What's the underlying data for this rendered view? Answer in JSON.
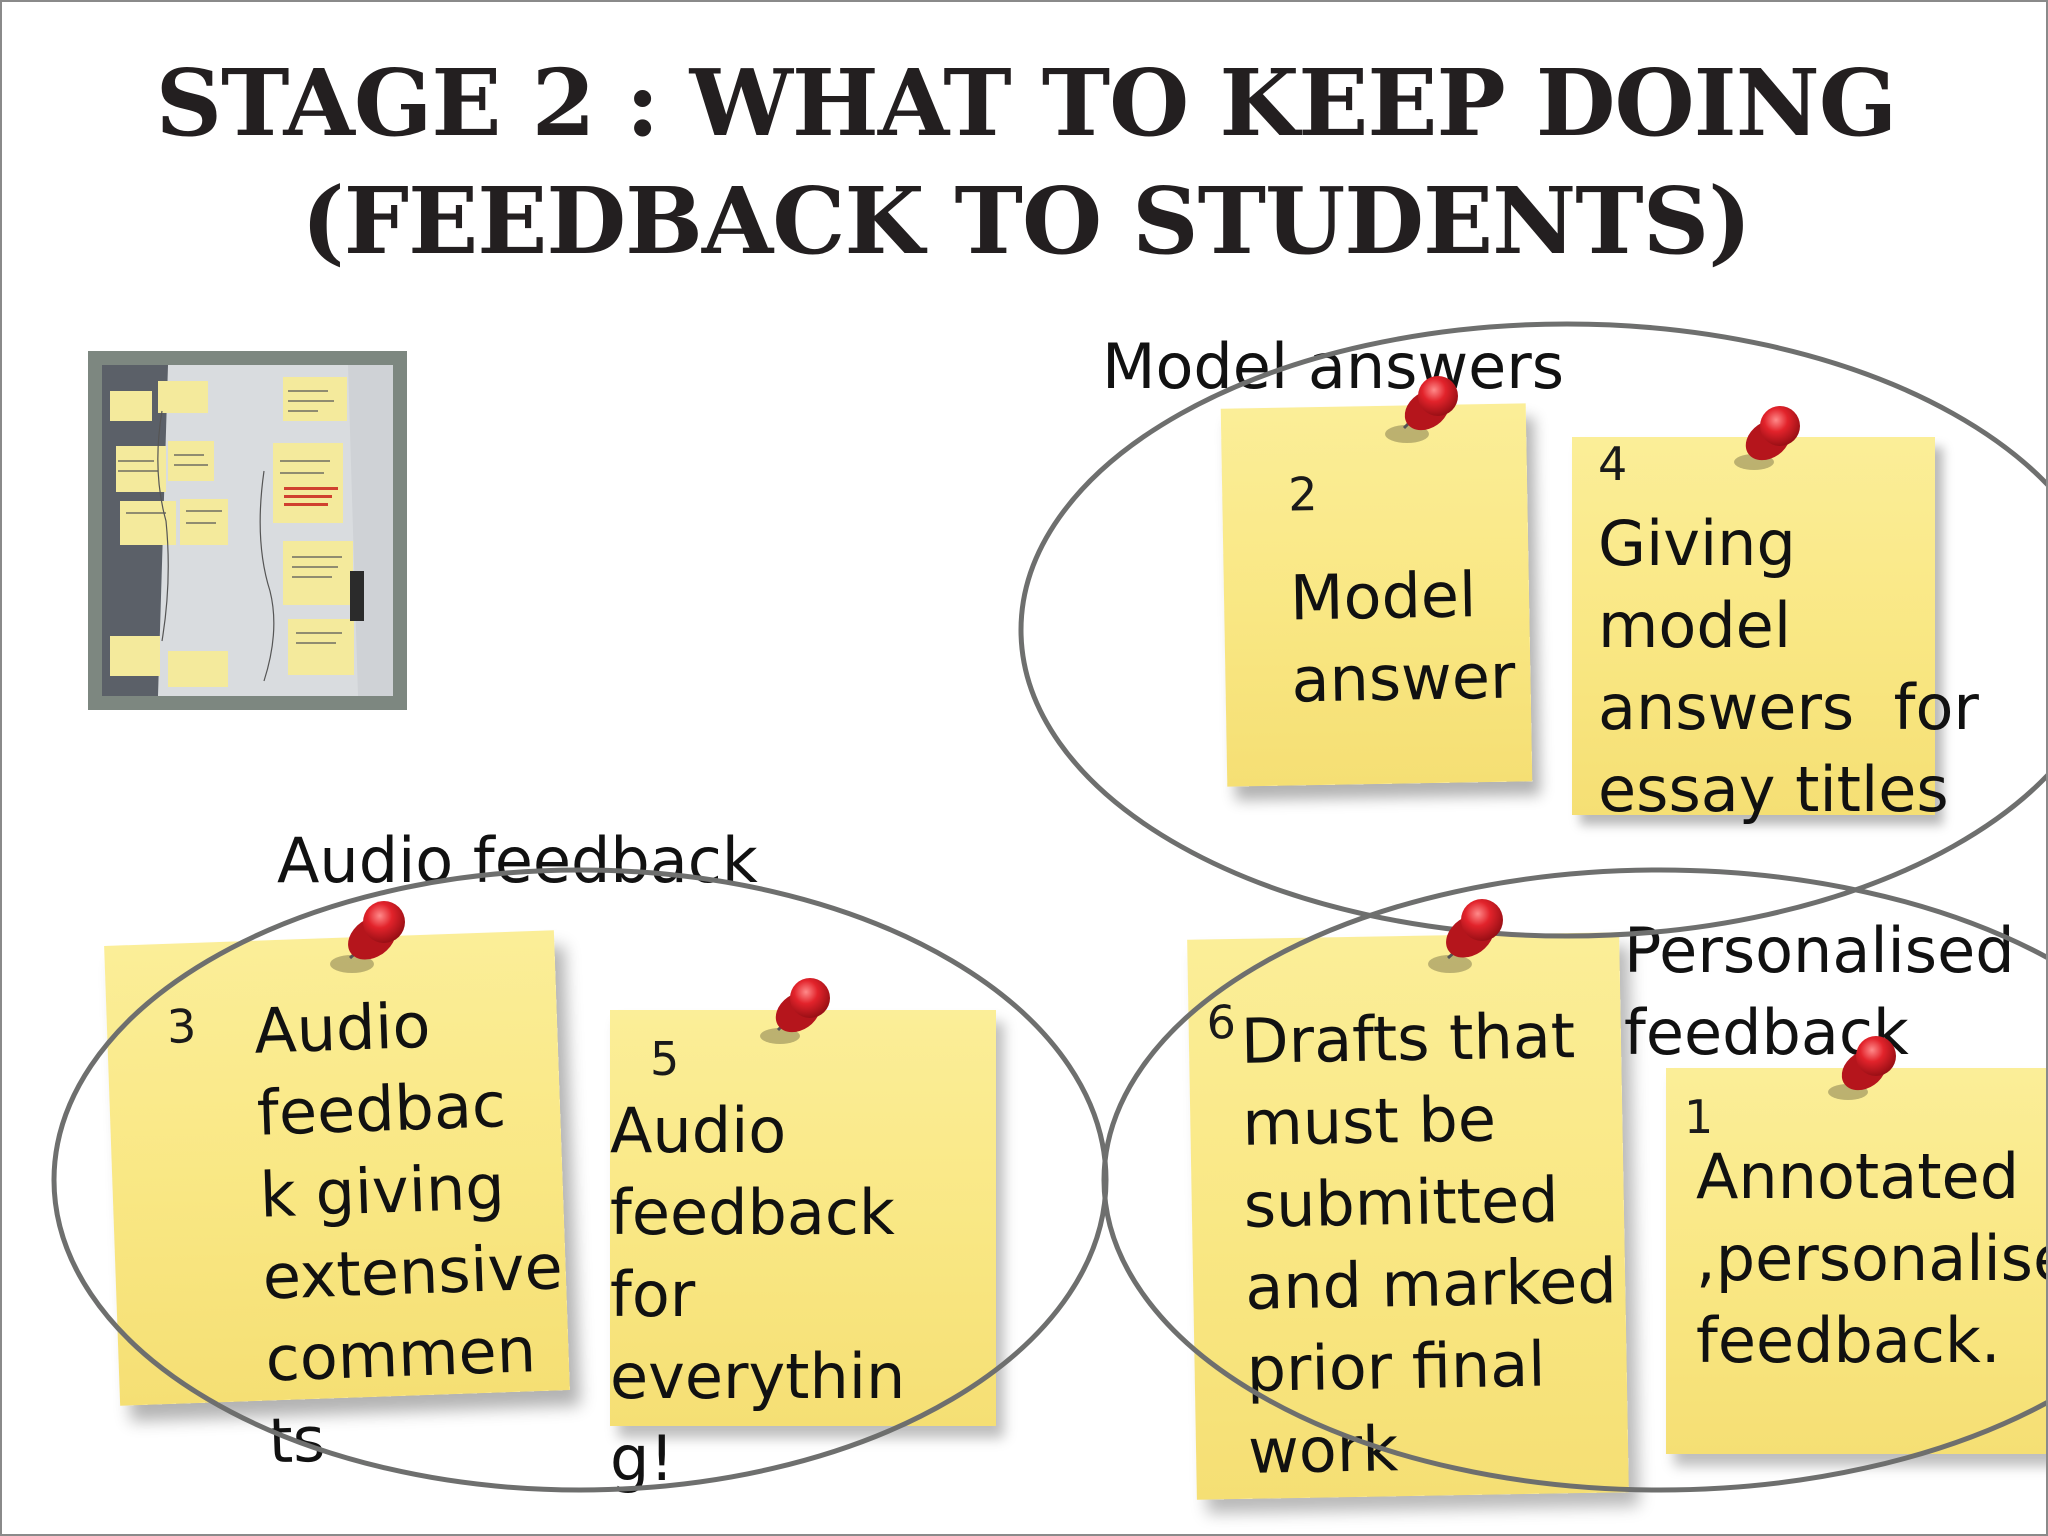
{
  "slide": {
    "title_line1": "STAGE 2 : WHAT TO KEEP DOING",
    "title_line2": "(FEEDBACK TO STUDENTS)"
  },
  "groups": {
    "model": {
      "label": "Model answers"
    },
    "audio": {
      "label": "Audio feedback"
    },
    "personal": {
      "label": "Personalised\nfeedback"
    }
  },
  "notes": [
    {
      "id": "note-2",
      "number": "2",
      "text": "Model\nanswer"
    },
    {
      "id": "note-4",
      "number": "4",
      "text": "Giving\nmodel\nanswers  for\nessay titles"
    },
    {
      "id": "note-3",
      "number": "3",
      "text": "Audio\nfeedbac\nk giving\nextensive\ncommen\nts"
    },
    {
      "id": "note-5",
      "number": "5",
      "text": "Audio\nfeedback\nfor\neverythin\ng!"
    },
    {
      "id": "note-6",
      "number": "6",
      "text": "Drafts that\nmust be\nsubmitted\nand marked\nprior final\nwork"
    },
    {
      "id": "note-1",
      "number": "1",
      "text": "Annotated\n,personalised\nfeedback."
    }
  ],
  "colors": {
    "note_yellow": "#f9e783",
    "pin_red": "#e2232b",
    "ellipse_stroke": "#6e6f6e",
    "title_text": "#231f20"
  },
  "icons": [
    "push-pin-icon"
  ]
}
